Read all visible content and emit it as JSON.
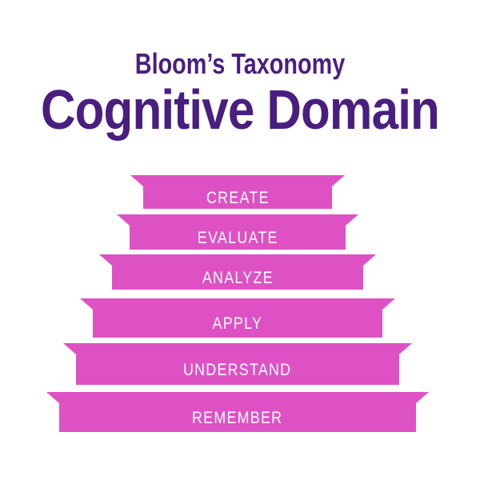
{
  "title": {
    "subtitle": "Bloom’s Taxonomy",
    "main": "Cognitive Domain"
  },
  "colors": {
    "purple": "#4A1E80",
    "pink": "#DE51C5",
    "text_on_pink": "#FFFFFF",
    "background": "#FFFFFF"
  },
  "pyramid": {
    "levels": [
      {
        "label": "CREATE"
      },
      {
        "label": "EVALUATE"
      },
      {
        "label": "ANALYZE"
      },
      {
        "label": "APPLY"
      },
      {
        "label": "UNDERSTAND"
      },
      {
        "label": "REMEMBER"
      }
    ]
  }
}
